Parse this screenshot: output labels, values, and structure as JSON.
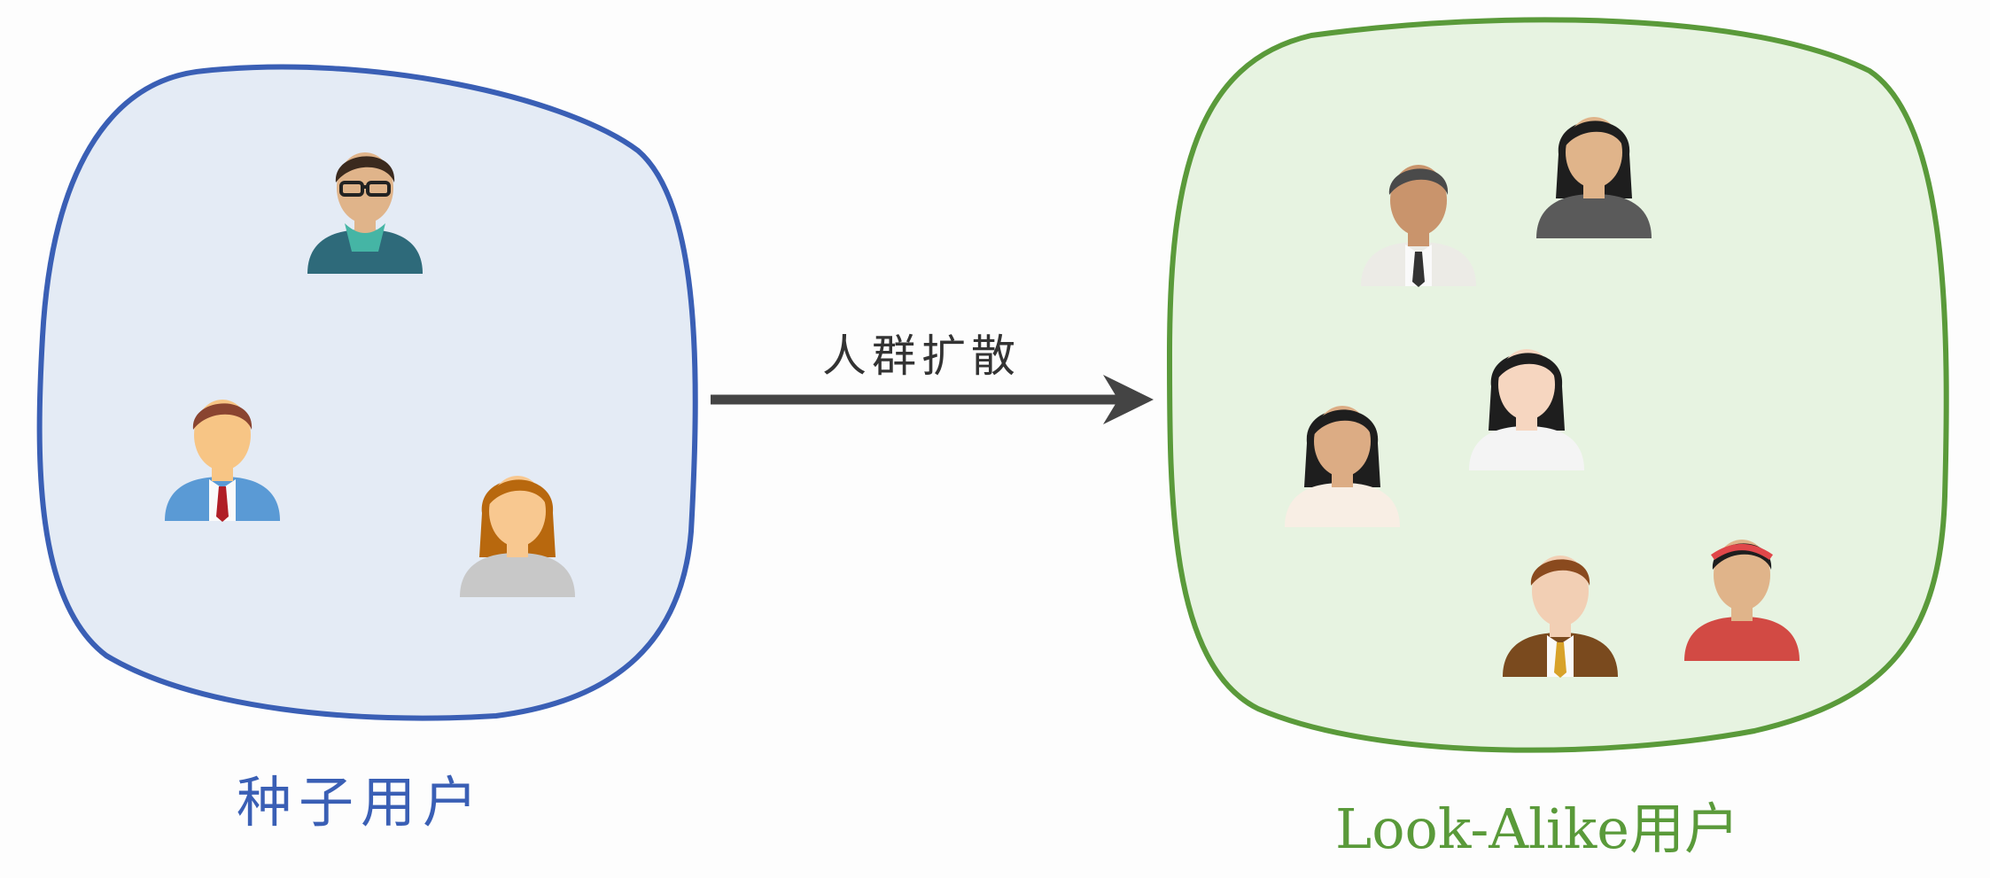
{
  "seed_group": {
    "label": "种子用户",
    "stroke": "#3a5fb5",
    "fill": "#e4ebf5"
  },
  "arrow": {
    "label": "人群扩散",
    "color": "#444444"
  },
  "lookalike_group": {
    "label": "Look-Alike用户",
    "stroke": "#5a9a3a",
    "fill": "#e7f3e1"
  },
  "avatars": [
    {
      "name": "man-glasses-scarf-icon",
      "group": "seed",
      "hair": "#3b2a1e",
      "skin": "#e0b48a",
      "shirt": "#2e6a7a",
      "accent": "#45b5a5",
      "extra": "glasses"
    },
    {
      "name": "man-blue-suit-tie-icon",
      "group": "seed",
      "hair": "#8a4430",
      "skin": "#f7c585",
      "shirt": "#5a9ad5",
      "accent": "#b01e26",
      "extra": "tie"
    },
    {
      "name": "woman-brown-hair-icon",
      "group": "seed",
      "hair": "#b8680e",
      "skin": "#f8c890",
      "shirt": "#c8c8c8",
      "accent": "#ffffff",
      "extra": "long"
    },
    {
      "name": "man-suspenders-icon",
      "group": "lookalike",
      "hair": "#4a4a4a",
      "skin": "#c9946c",
      "shirt": "#ecebe6",
      "accent": "#333333",
      "extra": "tie"
    },
    {
      "name": "woman-grey-suit-icon",
      "group": "lookalike",
      "hair": "#1e1e1e",
      "skin": "#e0b48a",
      "shirt": "#5a5a5a",
      "accent": "#eee",
      "extra": "long"
    },
    {
      "name": "woman-long-black-hair-icon",
      "group": "lookalike",
      "hair": "#1e1e1e",
      "skin": "#f6d6c0",
      "shirt": "#f4f4f4",
      "accent": "#222",
      "extra": "long"
    },
    {
      "name": "woman-floral-dress-icon",
      "group": "lookalike",
      "hair": "#1e1e1e",
      "skin": "#dcac84",
      "shirt": "#f8eee4",
      "accent": "#e05a3a",
      "extra": "long"
    },
    {
      "name": "man-brown-suit-icon",
      "group": "lookalike",
      "hair": "#8a4a1e",
      "skin": "#f2cfb4",
      "shirt": "#7a4a1e",
      "accent": "#d8a22a",
      "extra": "tie"
    },
    {
      "name": "woman-red-headband-icon",
      "group": "lookalike",
      "hair": "#1e1e1e",
      "skin": "#e0b48a",
      "shirt": "#d24a44",
      "accent": "#e0474a",
      "extra": "headband"
    }
  ]
}
